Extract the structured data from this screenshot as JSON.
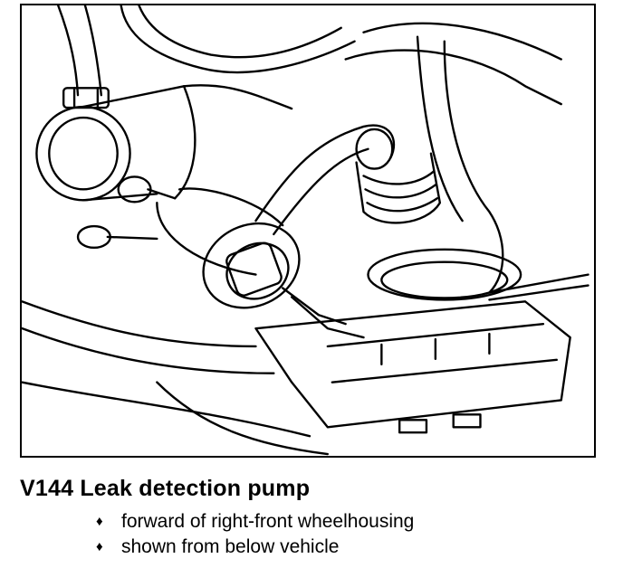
{
  "caption": {
    "title": "V144 Leak detection pump",
    "bullets": [
      {
        "marker": "♦",
        "text": "forward of right-front wheelhousing"
      },
      {
        "marker": "♦",
        "text": "shown from below vehicle"
      }
    ]
  },
  "colors": {
    "ink": "#000000",
    "paper": "#ffffff"
  }
}
